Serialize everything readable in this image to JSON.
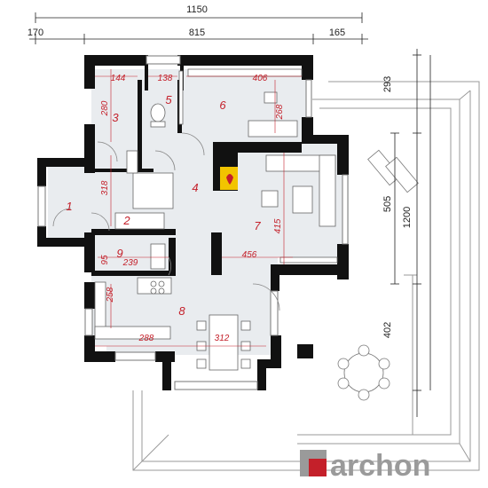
{
  "dimensions": {
    "top_total": "1150",
    "top_left": "170",
    "top_middle": "815",
    "top_right": "165",
    "right_top": "293",
    "right_middle": "505",
    "right_total": "1200",
    "right_bottom": "402"
  },
  "inner_dimensions": {
    "d144": "144",
    "d138": "138",
    "d406": "406",
    "d280": "280",
    "d268": "268",
    "d318": "318",
    "d415": "415",
    "d456": "456",
    "d95": "95",
    "d239": "239",
    "d258": "258",
    "d288": "288",
    "d312": "312"
  },
  "rooms": {
    "r1": "1",
    "r2": "2",
    "r3": "3",
    "r4": "4",
    "r5": "5",
    "r6": "6",
    "r7": "7",
    "r8": "8",
    "r9": "9"
  },
  "logo": {
    "text": "archon",
    "brand_color": "#c4202a"
  },
  "colors": {
    "wall": "#111111",
    "floor": "#e9ecef",
    "room_label": "#c4202a",
    "fireplace": "#f2c400"
  }
}
